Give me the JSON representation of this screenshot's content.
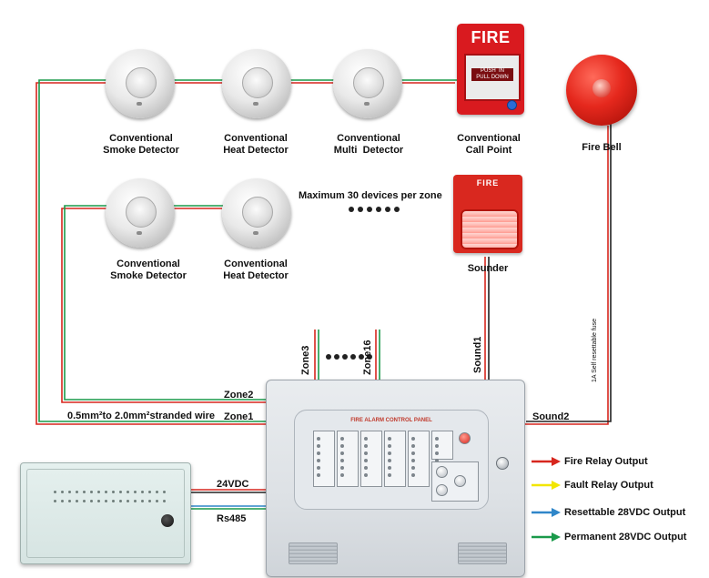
{
  "devices": {
    "smoke_detector_1": "Conventional\nSmoke Detector",
    "heat_detector_1": "Conventional\nHeat Detector",
    "multi_detector": "Conventional\nMulti  Detector",
    "call_point": "Conventional\nCall Point",
    "call_point_fire": "FIRE",
    "call_point_push": "PUSH  IN\nPULL DOWN",
    "fire_bell": "Fire Bell",
    "smoke_detector_2": "Conventional\nSmoke Detector",
    "heat_detector_2": "Conventional\nHeat Detector",
    "sounder": "Sounder",
    "sounder_fire": "FIRE",
    "max_devices_note": "Maximum 30 devices per zone"
  },
  "wiring": {
    "zone1": "Zone1",
    "zone2": "Zone2",
    "zone3": "Zone3",
    "zone16": "Zone16",
    "sound1": "Sound1",
    "sound2": "Sound2",
    "wire_spec": "0.5mm²to 2.0mm²stranded  wire",
    "fuse_note": "1A Self resettable fuse",
    "supply": "24VDC",
    "bus": "Rs485"
  },
  "panel": {
    "title": "FIRE ALARM CONTROL PANEL"
  },
  "outputs": [
    {
      "label": "Fire Relay Output",
      "color": "#d7261e"
    },
    {
      "label": "Fault Relay Output",
      "color": "#f2e600"
    },
    {
      "label": "Resettable 28VDC Output",
      "color": "#2f86c9"
    },
    {
      "label": "Permanent 28VDC  Output",
      "color": "#1a9a4a"
    }
  ],
  "colors": {
    "wire_red": "#d7261e",
    "wire_green": "#1a9a4a",
    "wire_blue": "#2f86c9",
    "wire_black": "#222222"
  }
}
